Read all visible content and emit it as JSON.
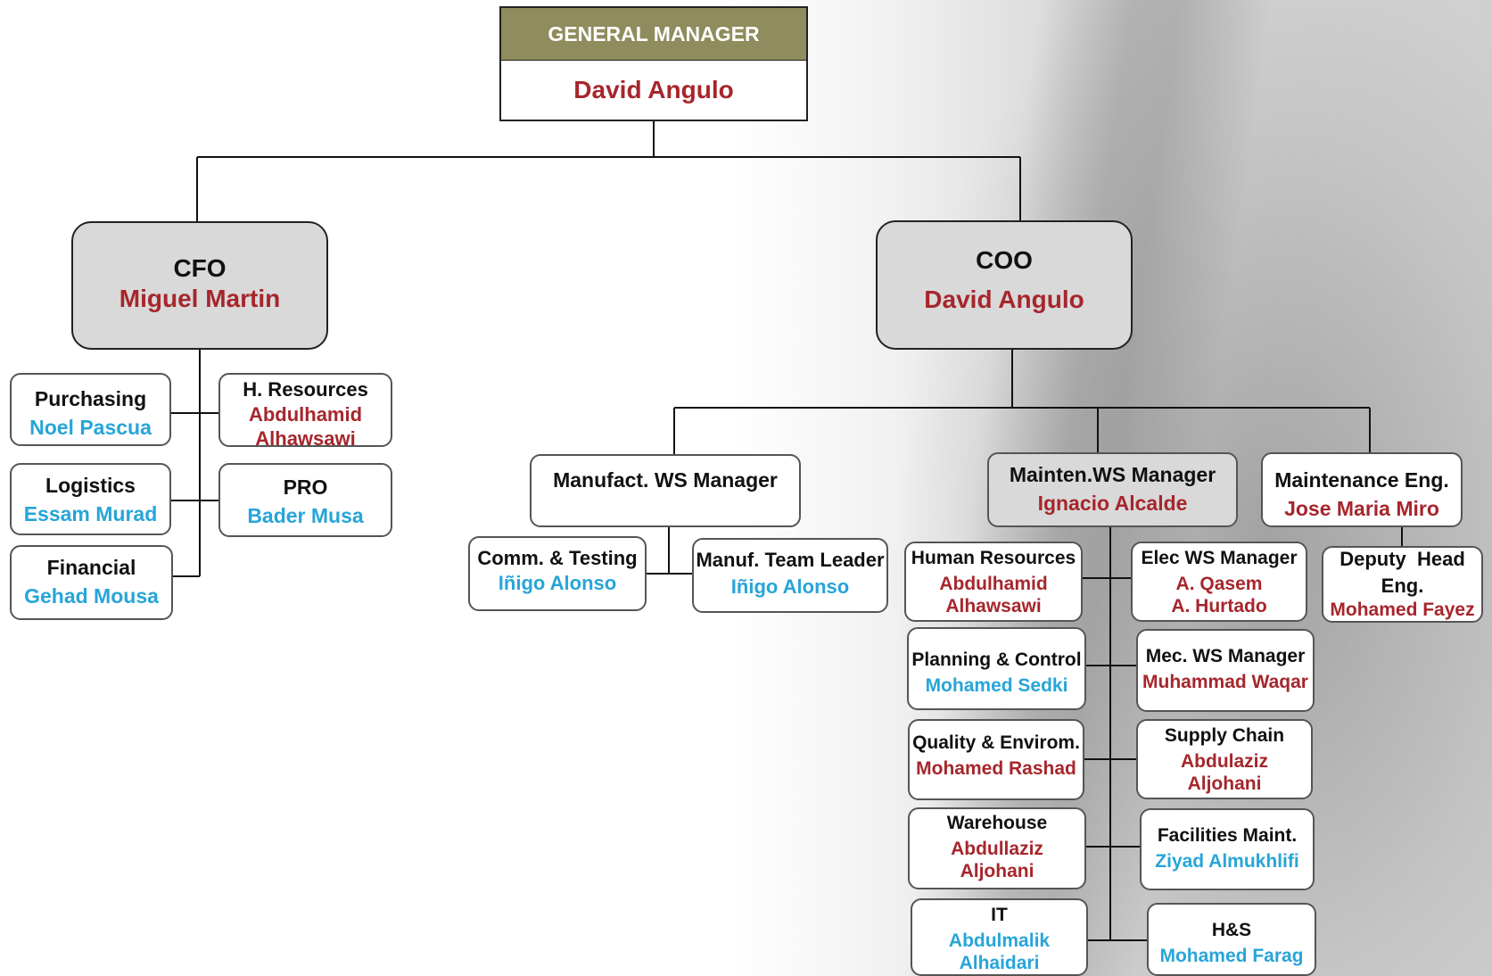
{
  "general_manager": {
    "title": "GENERAL MANAGER",
    "name": "David Angulo"
  },
  "cfo": {
    "title": "CFO",
    "name": "Miguel Martin"
  },
  "coo": {
    "title": "COO",
    "name": "David Angulo"
  },
  "cfo_units": {
    "purchasing": {
      "title": "Purchasing",
      "name": "Noel Pascua"
    },
    "h_resources": {
      "title": "H. Resources",
      "name1": "Abdulhamid",
      "name2": "Alhawsawi"
    },
    "logistics": {
      "title": "Logistics",
      "name": "Essam Murad"
    },
    "pro": {
      "title": "PRO",
      "name": "Bader Musa"
    },
    "financial": {
      "title": "Financial",
      "name": "Gehad Mousa"
    }
  },
  "coo_units": {
    "manufact": {
      "title": "Manufact. WS Manager"
    },
    "comm_testing": {
      "title": "Comm. & Testing",
      "name": "Iñigo Alonso"
    },
    "manuf_team_leader": {
      "title": "Manuf. Team Leader",
      "name": "Iñigo Alonso"
    },
    "mainten": {
      "title": "Mainten.WS Manager",
      "name": "Ignacio Alcalde"
    },
    "maintenance_eng": {
      "title": "Maintenance Eng.",
      "name": "Jose Maria Miro"
    },
    "deputy_head": {
      "title1": "Deputy  Head",
      "title2": "Eng.",
      "name": "Mohamed Fayez"
    }
  },
  "mainten_units": {
    "human_resources": {
      "title": "Human Resources",
      "name1": "Abdulhamid",
      "name2": "Alhawsawi"
    },
    "elec_ws": {
      "title": "Elec WS Manager",
      "name1": "A. Qasem",
      "name2": "A. Hurtado"
    },
    "planning": {
      "title": "Planning & Control",
      "name": "Mohamed Sedki"
    },
    "mec_ws": {
      "title": "Mec. WS Manager",
      "name": "Muhammad Waqar"
    },
    "quality": {
      "title": "Quality & Envirom.",
      "name": "Mohamed Rashad"
    },
    "supply_chain": {
      "title": "Supply Chain",
      "name1": "Abdulaziz",
      "name2": "Aljohani"
    },
    "warehouse": {
      "title": "Warehouse",
      "name1": "Abdullaziz",
      "name2": "Aljohani"
    },
    "facilities": {
      "title": "Facilities Maint.",
      "name": "Ziyad Almukhlifi"
    },
    "it": {
      "title": "IT",
      "name1": "Abdulmalik",
      "name2": "Alhaidari"
    },
    "hs": {
      "title": "H&S",
      "name": "Mohamed Farag"
    }
  },
  "colors": {
    "header_olive": "#8f8c5d",
    "name_red": "#a6262c",
    "name_blue": "#27a5d8",
    "box_gray": "#d9d9d9"
  }
}
